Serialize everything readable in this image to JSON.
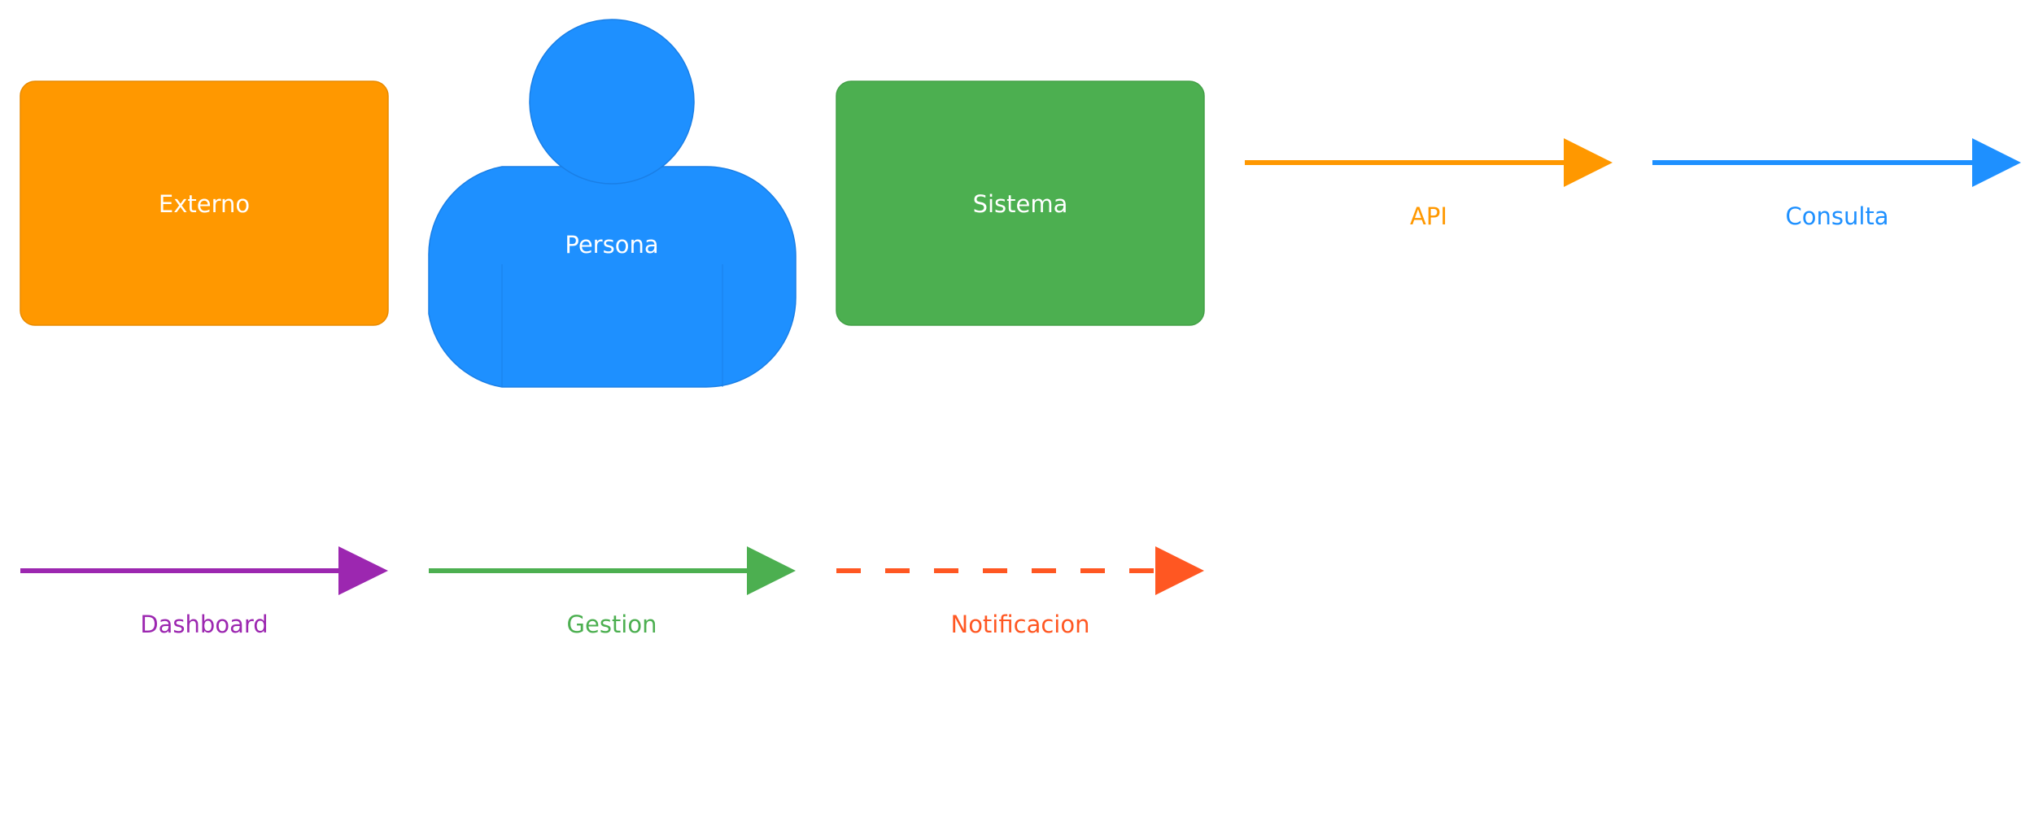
{
  "nodes": {
    "externo": {
      "label": "Externo",
      "color": "#FF9800",
      "stroke": "#E88A00"
    },
    "persona": {
      "label": "Persona",
      "color": "#1E90FF",
      "stroke": "#1A7FE6"
    },
    "sistema": {
      "label": "Sistema",
      "color": "#4CAF50",
      "stroke": "#43A047"
    }
  },
  "edges": {
    "api": {
      "label": "API",
      "color": "#FF9800",
      "style": "solid"
    },
    "consulta": {
      "label": "Consulta",
      "color": "#1E90FF",
      "style": "solid"
    },
    "dashboard": {
      "label": "Dashboard",
      "color": "#9C27B0",
      "style": "solid"
    },
    "gestion": {
      "label": "Gestion",
      "color": "#4CAF50",
      "style": "solid"
    },
    "notificacion": {
      "label": "Notificacion",
      "color": "#FF5722",
      "style": "dashed"
    }
  }
}
